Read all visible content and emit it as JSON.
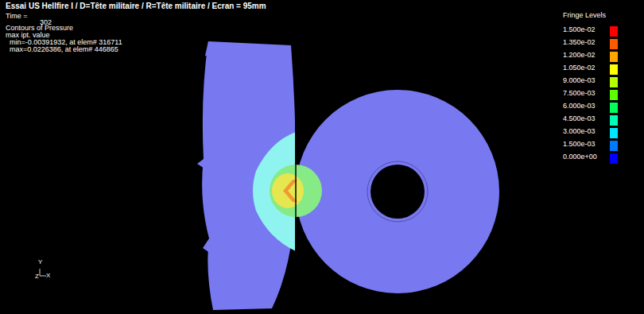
{
  "diagram": {
    "title": "Essai US Hellfire I / D=Tête militaire / R=Tête militaire / Ecran = 95mm",
    "labels": [
      "Time =",
      "302",
      "Contours of Pressure",
      "max ipt. value",
      "min=-0.00391932, at elem# 316711",
      "max=0.0226386, at elem# 446865",
      "Fringe Levels",
      "Y",
      "Z",
      "X"
    ],
    "legend": [
      {
        "text": "1.500e-02",
        "color": "#ff0000"
      },
      {
        "text": "1.350e-02",
        "color": "#ff5a00"
      },
      {
        "text": "1.200e-02",
        "color": "#ffa500"
      },
      {
        "text": "1.050e-02",
        "color": "#ffff00"
      },
      {
        "text": "9.000e-03",
        "color": "#b4ff00"
      },
      {
        "text": "7.500e-03",
        "color": "#5aff00"
      },
      {
        "text": "6.000e-03",
        "color": "#00ff5a"
      },
      {
        "text": "4.500e-03",
        "color": "#00ffb4"
      },
      {
        "text": "3.000e-03",
        "color": "#00e6ff"
      },
      {
        "text": "1.500e-03",
        "color": "#0078ff"
      },
      {
        "text": "0.000e+00",
        "color": "#0000ff"
      }
    ]
  }
}
